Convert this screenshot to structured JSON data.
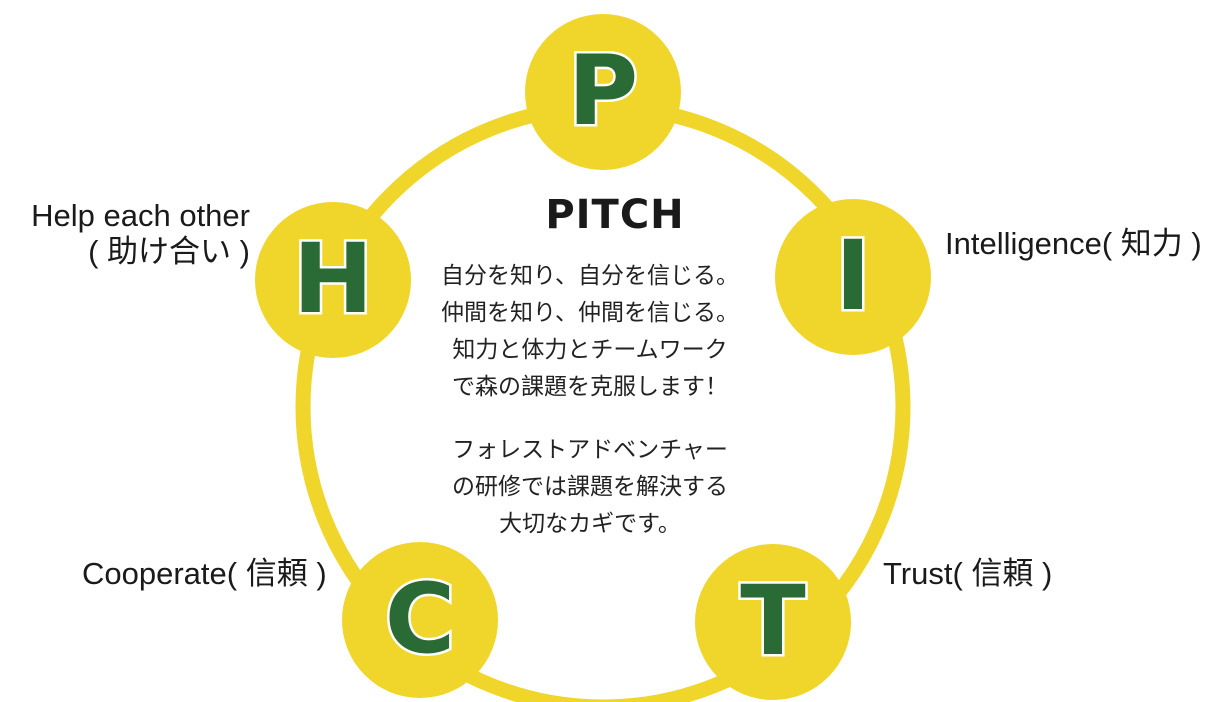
{
  "diagram": {
    "colors": {
      "ring": "#f0d52a",
      "node_fill": "#f0d52a",
      "letter_fill": "#2a6a35",
      "letter_outline": "#ffffff",
      "text": "#1a1a1a"
    },
    "nodes": [
      {
        "id": "p",
        "letter": "P"
      },
      {
        "id": "i",
        "letter": "I"
      },
      {
        "id": "t",
        "letter": "T"
      },
      {
        "id": "c",
        "letter": "C"
      },
      {
        "id": "h",
        "letter": "H"
      }
    ],
    "center": {
      "title": "PITCH",
      "paragraph1": [
        "自分を知り、自分を信じる。",
        "仲間を知り、仲間を信じる。",
        "知力と体力とチームワーク",
        "で森の課題を克服します！"
      ],
      "paragraph2": [
        "フォレストアドベンチャー",
        "の研修では課題を解決する",
        "大切なカギです。"
      ]
    },
    "labels": {
      "help_line1": "Help each other",
      "help_line2": "( 助け合い )",
      "intelligence": "Intelligence( 知力 )",
      "trust": "Trust( 信頼 )",
      "cooperate": "Cooperate( 信頼 )"
    }
  }
}
